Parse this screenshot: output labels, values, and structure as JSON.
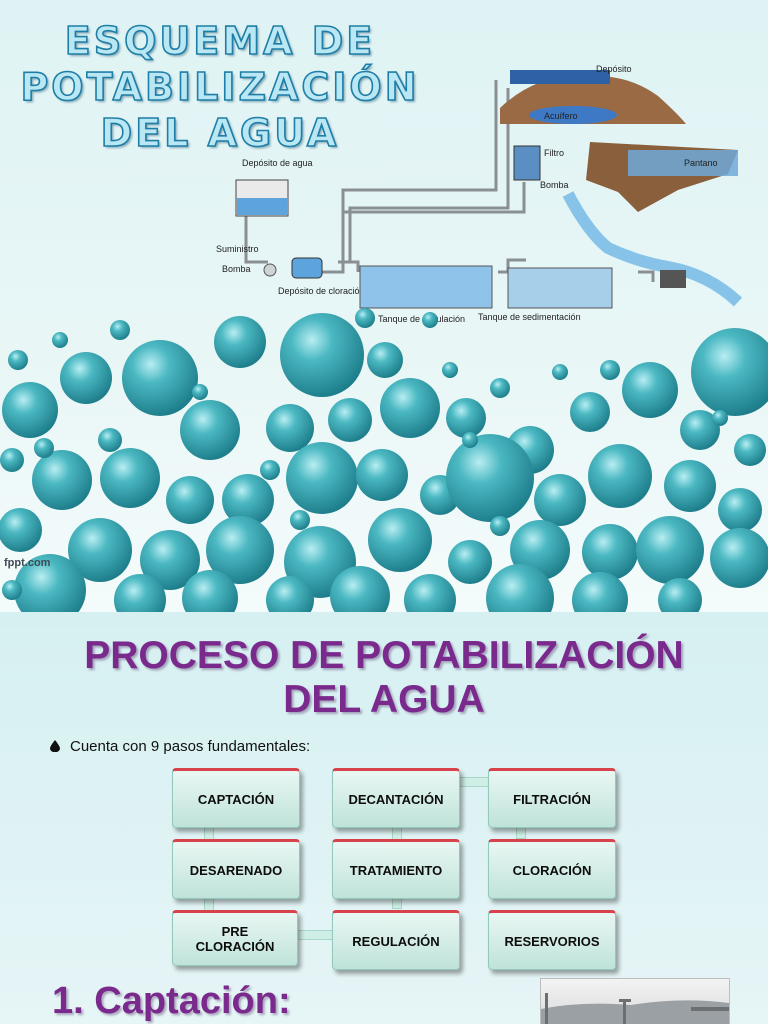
{
  "slide1": {
    "title_lines": [
      "ESQUEMA DE",
      "POTABILIZACIÓN",
      "DEL AGUA"
    ],
    "diagram_labels": {
      "top": "Depósito",
      "acuifero": "Acuífero",
      "deposito_agua": "Depósito de agua",
      "filtro": "Filtro",
      "pantano": "Pantano",
      "bomba_right": "Bomba",
      "suministro": "Suministro",
      "bomba_left": "Bomba",
      "deposito_cloracion": "Depósito de cloración",
      "tanque_floculacion": "Tanque de floculación",
      "tanque_sedimentacion": "Tanque de sedimentación"
    },
    "watermark": "fppt.com"
  },
  "slide2": {
    "title_lines": [
      "PROCESO DE POTABILIZACIÓN",
      "DEL AGUA"
    ],
    "bullet": "Cuenta con 9 pasos fundamentales:",
    "steps": [
      "CAPTACIÓN",
      "DECANTACIÓN",
      "FILTRACIÓN",
      "DESARENADO",
      "TRATAMIENTO",
      "CLORACIÓN",
      "PRE CLORACIÓN",
      "REGULACIÓN",
      "RESERVORIOS"
    ],
    "section_heading": "1. Captación:"
  },
  "colors": {
    "title1_fill": "#b9e7f4",
    "title1_outline": "#1f7ea6",
    "title2": "#7a2a8c",
    "bubble": "#2a9aa6",
    "step_top_border": "#d8424a"
  }
}
